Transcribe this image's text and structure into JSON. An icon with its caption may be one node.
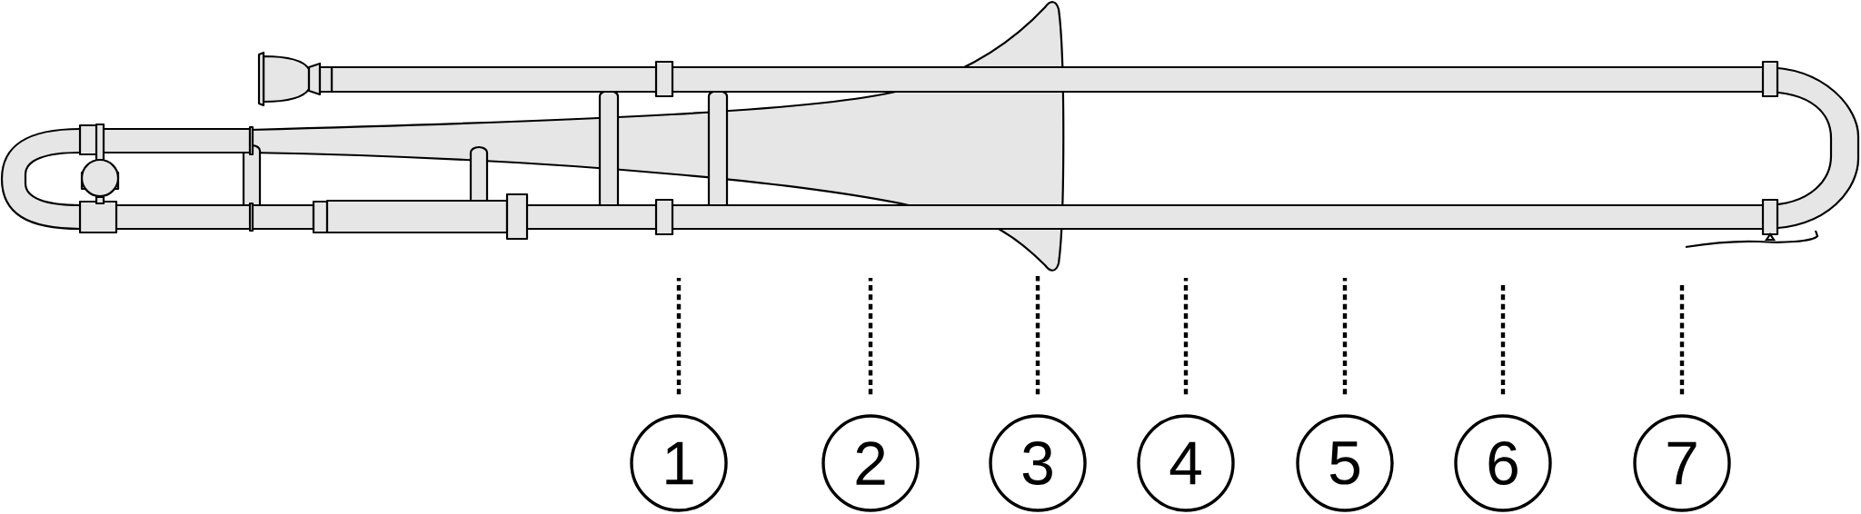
{
  "diagram": {
    "nodes": [
      {
        "text": [
          "1"
        ]
      },
      {
        "text": [
          "2"
        ]
      },
      {
        "text": [
          "3"
        ]
      },
      {
        "text": [
          "4"
        ]
      },
      {
        "text": [
          "5"
        ]
      },
      {
        "text": [
          "6"
        ]
      },
      {
        "text": [
          "7"
        ]
      }
    ],
    "edges": [
      {
        "from": 0,
        "to": null,
        "arrow": "none",
        "style": "dashed"
      },
      {
        "from": 1,
        "to": null,
        "arrow": "none",
        "style": "dashed"
      },
      {
        "from": 2,
        "to": null,
        "arrow": "none",
        "style": "dashed"
      },
      {
        "from": 3,
        "to": null,
        "arrow": "none",
        "style": "dashed"
      },
      {
        "from": 4,
        "to": null,
        "arrow": "none",
        "style": "dashed"
      },
      {
        "from": 5,
        "to": null,
        "arrow": "none",
        "style": "dashed"
      },
      {
        "from": 6,
        "to": null,
        "arrow": "none",
        "style": "dashed"
      }
    ]
  }
}
